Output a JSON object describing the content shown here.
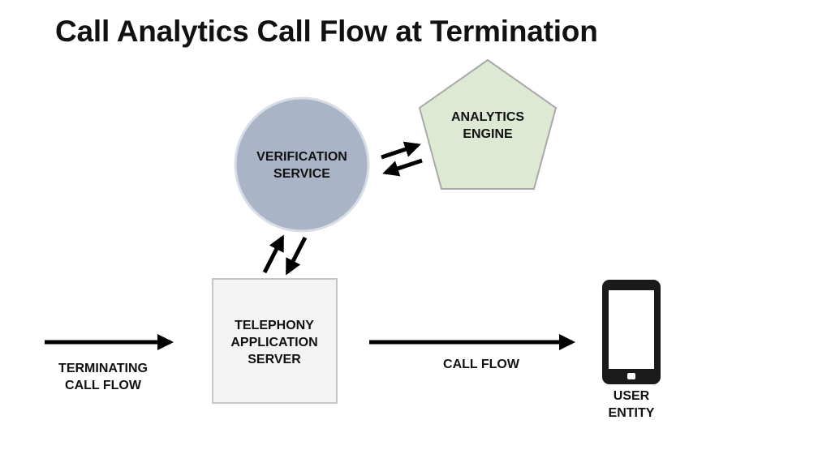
{
  "title": "Call Analytics Call Flow at Termination",
  "nodes": {
    "verification_service": {
      "line1": "VERIFICATION",
      "line2": "SERVICE"
    },
    "analytics_engine": {
      "line1": "ANALYTICS",
      "line2": "ENGINE"
    },
    "telephony_server": {
      "line1": "TELEPHONY",
      "line2": "APPLICATION",
      "line3": "SERVER"
    },
    "user_entity": {
      "line1": "USER",
      "line2": "ENTITY"
    }
  },
  "edge_labels": {
    "terminating": {
      "line1": "TERMINATING",
      "line2": "CALL FLOW"
    },
    "call_flow": "CALL FLOW"
  },
  "colors": {
    "verification_fill": "#a9b4c6",
    "verification_stroke": "#d7dde6",
    "analytics_fill": "#dde9d3",
    "analytics_stroke": "#a9a9a9",
    "server_fill": "#f4f4f4",
    "server_stroke": "#c6c6c6",
    "arrow": "#000000",
    "phone": "#1a1a1a"
  }
}
